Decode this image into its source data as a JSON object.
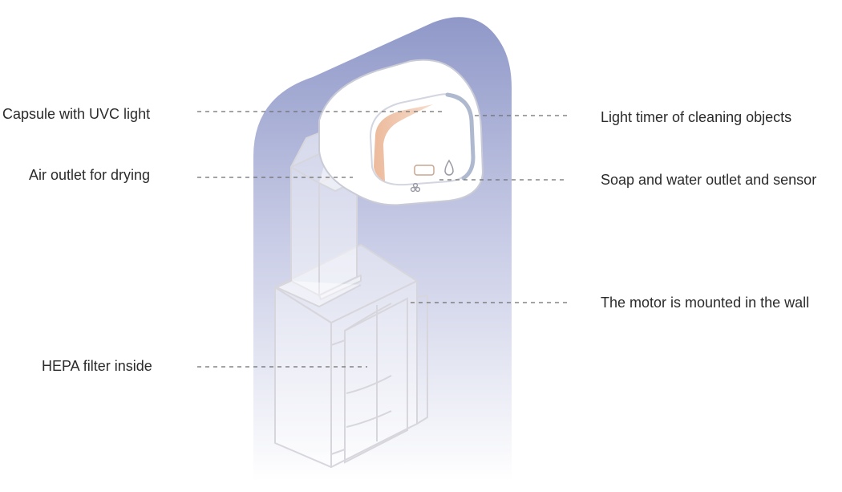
{
  "labels": {
    "capsule": "Capsule with UVC light",
    "air_outlet": "Air outlet for drying",
    "hepa": "HEPA filter inside",
    "light_timer": "Light timer of cleaning objects",
    "soap_water": "Soap and water outlet and sensor",
    "motor": "The motor is mounted in the wall"
  },
  "colors": {
    "background_gradient_top": "#8f98c8",
    "background_gradient_bottom": "#ffffff",
    "outline": "#d6d6dc",
    "capsule_fill": "#ffffff",
    "light_ring": "#aeb9cf",
    "timer_glow": "#e6a37a",
    "leader_line": "#6e6e6e"
  }
}
